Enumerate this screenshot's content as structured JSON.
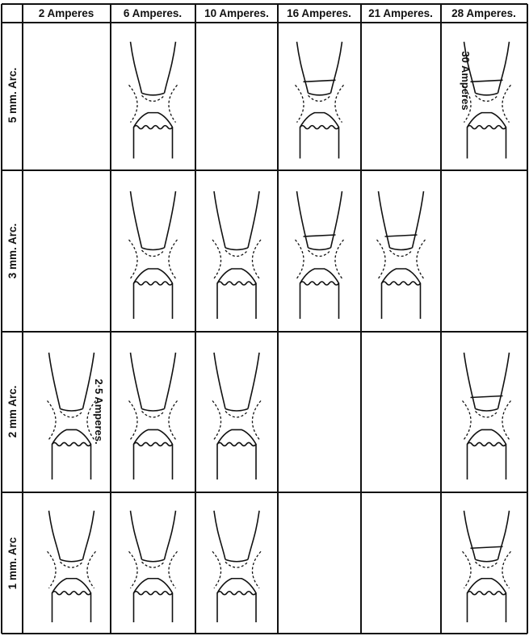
{
  "columns": [
    "2 Amperes",
    "6 Amperes.",
    "10 Amperes.",
    "16 Amperes.",
    "21 Amperes.",
    "28 Amperes."
  ],
  "rows": [
    "5 mm. Arc.",
    "3 mm. Arc.",
    "2 mm Arc.",
    "1 mm. Arc"
  ],
  "notes": {
    "n30": "30 Amperes",
    "n25": "2·5 Amperes."
  },
  "sketches": [
    {
      "row": 0,
      "col": 1
    },
    {
      "row": 0,
      "col": 3
    },
    {
      "row": 0,
      "col": 5
    },
    {
      "row": 1,
      "col": 1
    },
    {
      "row": 1,
      "col": 2
    },
    {
      "row": 1,
      "col": 3
    },
    {
      "row": 1,
      "col": 4
    },
    {
      "row": 2,
      "col": 0
    },
    {
      "row": 2,
      "col": 1
    },
    {
      "row": 2,
      "col": 2
    },
    {
      "row": 2,
      "col": 5
    },
    {
      "row": 3,
      "col": 0
    },
    {
      "row": 3,
      "col": 1
    },
    {
      "row": 3,
      "col": 2
    },
    {
      "row": 3,
      "col": 5
    }
  ]
}
